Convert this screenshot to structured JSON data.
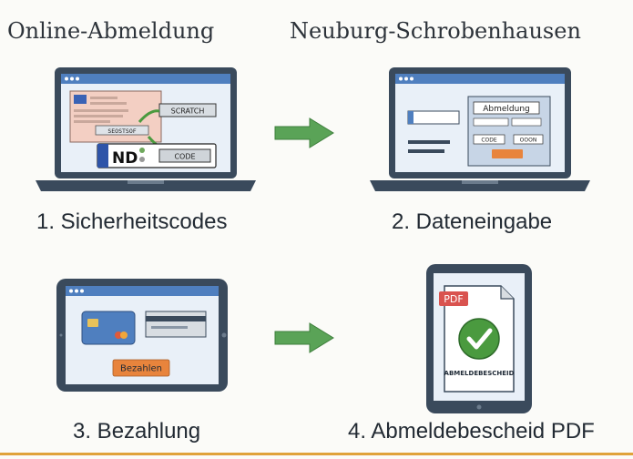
{
  "header": {
    "left_title": "Online-Abmeldung",
    "right_title": "Neuburg-Schrobenhausen"
  },
  "steps": [
    {
      "label": "1. Sicherheitscodes"
    },
    {
      "label": "2. Dateneingabe"
    },
    {
      "label": "3. Bezahlung"
    },
    {
      "label": "4. Abmeldebescheid PDF"
    }
  ],
  "step1": {
    "scratch_label": "SCRATCH",
    "doc_code": "SEOSTSOF",
    "plate_text": "ND",
    "code_label": "CODE"
  },
  "step2": {
    "form_title": "Abmeldung",
    "code_a": "CODE",
    "code_b": "OOON"
  },
  "step3": {
    "pay_button": "Bezahlen"
  },
  "step4": {
    "pdf_badge": "PDF",
    "doc_label": "ABMELDEBESCHEID"
  },
  "colors": {
    "frame": "#3a4a5c",
    "screen": "#e9f0f8",
    "browser_bar": "#4f7fbf",
    "arrow": "#5aa357",
    "check": "#4a9a3f",
    "pdf": "#d9534f",
    "orange_button": "#e8843c"
  }
}
